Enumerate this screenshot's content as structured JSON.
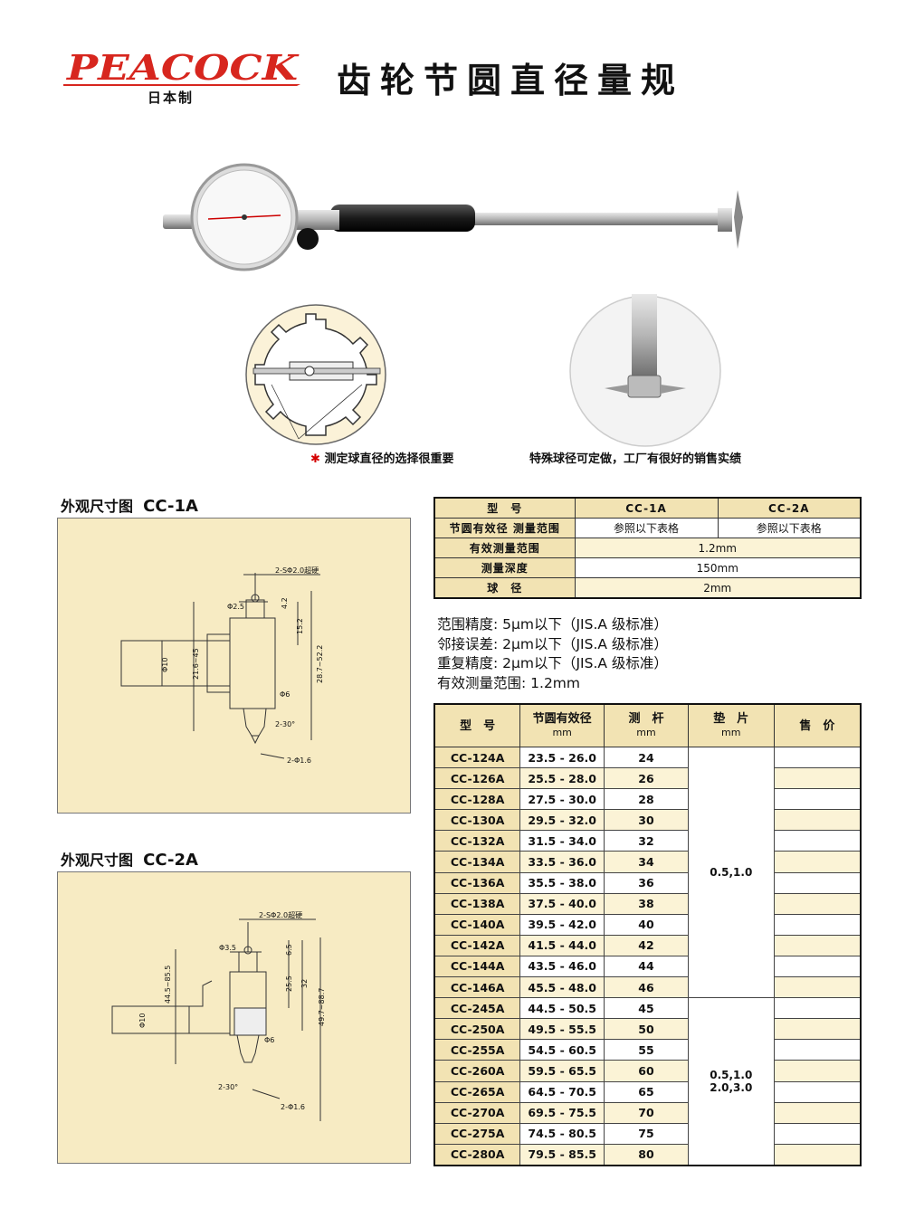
{
  "header": {
    "brand": "PEACOCK",
    "made_in": "日本制",
    "title": "齿轮节圆直径量规"
  },
  "captions": {
    "left_star": "✱",
    "left": "测定球直径的选择很重要",
    "right": "特殊球径可定做，工厂有很好的销售实绩"
  },
  "drawings": {
    "cc1a": {
      "title": "外观尺寸图",
      "model": "CC-1A",
      "labels": [
        "2-SΦ2.0超硬",
        "Φ2.5",
        "4.2",
        "15.2",
        "28.7~52.2",
        "Φ10",
        "21.6~45",
        "Φ6",
        "2-30°",
        "2-Φ1.6"
      ]
    },
    "cc2a": {
      "title": "外观尺寸图",
      "model": "CC-2A",
      "labels": [
        "2-SΦ2.0超硬",
        "Φ3.5",
        "44.5~85.5",
        "6.5",
        "25.5",
        "32",
        "49.7~88.7",
        "Φ10",
        "Φ6",
        "2-30°",
        "2-Φ1.6"
      ]
    }
  },
  "spec_table": {
    "header": [
      "型　号",
      "CC-1A",
      "CC-2A"
    ],
    "rows": [
      {
        "label": "节圆有效径 测量范围",
        "a": "参照以下表格",
        "b": "参照以下表格"
      },
      {
        "label": "有效测量范围",
        "v": "1.2mm"
      },
      {
        "label": "测量深度",
        "v": "150mm"
      },
      {
        "label": "球　径",
        "v": "2mm"
      }
    ]
  },
  "notes": [
    "范围精度: 5μm以下（JIS.A 级标准）",
    "邻接误差: 2μm以下（JIS.A 级标准）",
    "重复精度: 2μm以下（JIS.A 级标准）",
    "有效测量范围: 1.2mm"
  ],
  "model_table": {
    "headers": [
      {
        "t": "型　号",
        "u": ""
      },
      {
        "t": "节圆有效径",
        "u": "mm"
      },
      {
        "t": "测　杆",
        "u": "mm"
      },
      {
        "t": "垫　片",
        "u": "mm"
      },
      {
        "t": "售　价",
        "u": ""
      }
    ],
    "rows": [
      {
        "m": "CC-124A",
        "r": "23.5 - 26.0",
        "d": "24"
      },
      {
        "m": "CC-126A",
        "r": "25.5 - 28.0",
        "d": "26"
      },
      {
        "m": "CC-128A",
        "r": "27.5 - 30.0",
        "d": "28"
      },
      {
        "m": "CC-130A",
        "r": "29.5 - 32.0",
        "d": "30"
      },
      {
        "m": "CC-132A",
        "r": "31.5 - 34.0",
        "d": "32"
      },
      {
        "m": "CC-134A",
        "r": "33.5 - 36.0",
        "d": "34"
      },
      {
        "m": "CC-136A",
        "r": "35.5 - 38.0",
        "d": "36"
      },
      {
        "m": "CC-138A",
        "r": "37.5 - 40.0",
        "d": "38"
      },
      {
        "m": "CC-140A",
        "r": "39.5 - 42.0",
        "d": "40"
      },
      {
        "m": "CC-142A",
        "r": "41.5 - 44.0",
        "d": "42"
      },
      {
        "m": "CC-144A",
        "r": "43.5 - 46.0",
        "d": "44"
      },
      {
        "m": "CC-146A",
        "r": "45.5 - 48.0",
        "d": "46"
      },
      {
        "m": "CC-245A",
        "r": "44.5 - 50.5",
        "d": "45"
      },
      {
        "m": "CC-250A",
        "r": "49.5 - 55.5",
        "d": "50"
      },
      {
        "m": "CC-255A",
        "r": "54.5 - 60.5",
        "d": "55"
      },
      {
        "m": "CC-260A",
        "r": "59.5 - 65.5",
        "d": "60"
      },
      {
        "m": "CC-265A",
        "r": "64.5 - 70.5",
        "d": "65"
      },
      {
        "m": "CC-270A",
        "r": "69.5 - 75.5",
        "d": "70"
      },
      {
        "m": "CC-275A",
        "r": "74.5 - 80.5",
        "d": "75"
      },
      {
        "m": "CC-280A",
        "r": "79.5 - 85.5",
        "d": "80"
      }
    ],
    "pad_group_1": "0.5,1.0",
    "pad_group_2_line1": "0.5,1.0",
    "pad_group_2_line2": "2.0,3.0"
  },
  "colors": {
    "brand_red": "#d7261e",
    "beige": "#f7ebc3",
    "header_beige": "#f2e3b3"
  }
}
